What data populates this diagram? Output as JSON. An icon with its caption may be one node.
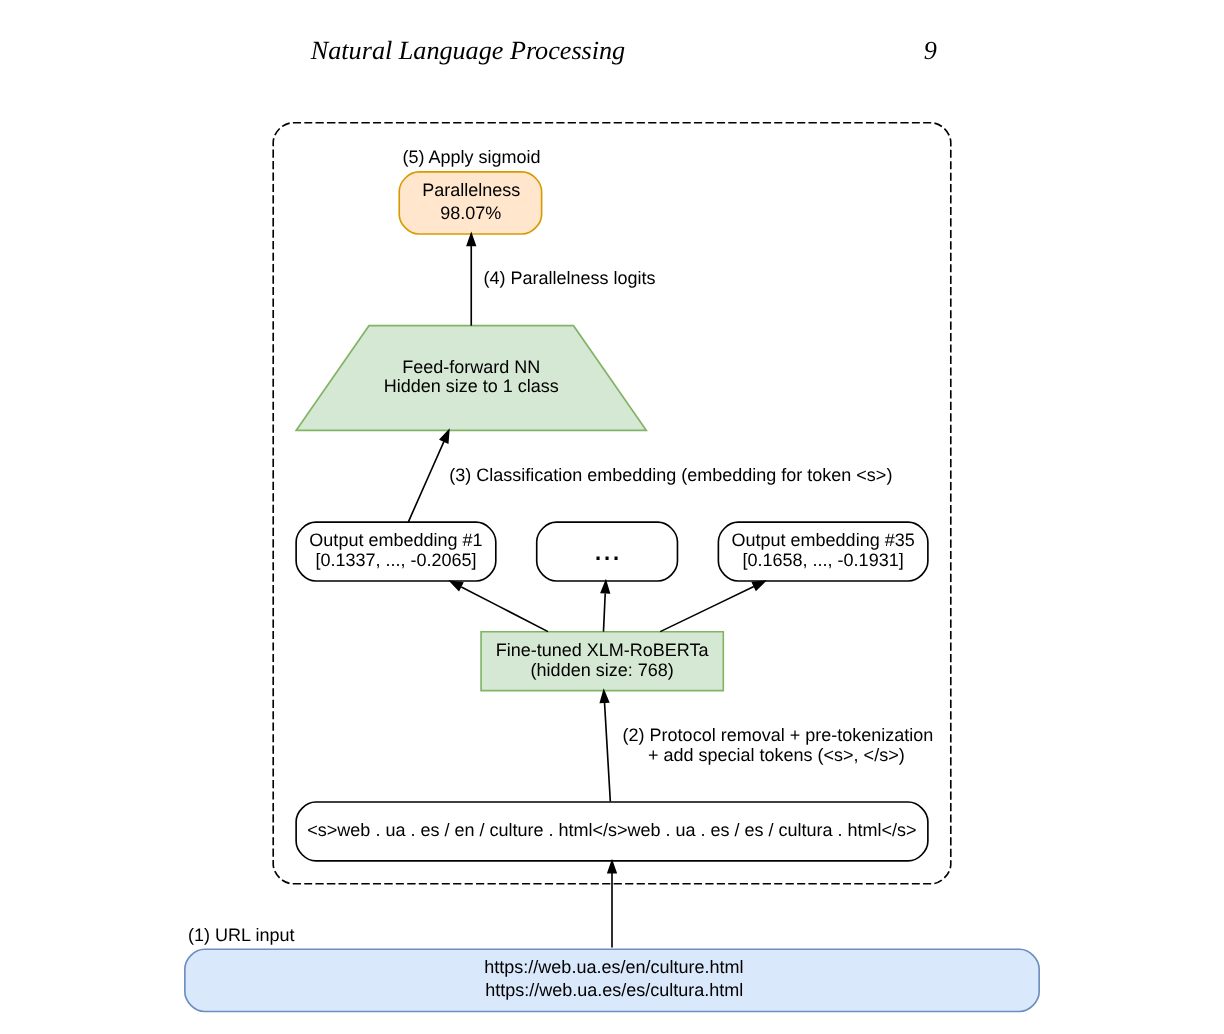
{
  "diagram": {
    "nodes": [
      {
        "text": [],
        "shape": "box"
      },
      {
        "text": [
          "Parallelness",
          "98.07%"
        ],
        "in": 0,
        "beside": [
          "(5) Apply sigmoid"
        ]
      },
      {
        "text": [
          "Feed-forward NN",
          "Hidden size to 1 class"
        ],
        "in": 0
      },
      {
        "text": [
          "Output embedding #1",
          "[0.1337, ..., -0.2065]"
        ],
        "in": 0
      },
      {
        "text": [
          "..."
        ],
        "in": 0
      },
      {
        "text": [
          "Output embedding #35",
          "[0.1658, ..., -0.1931]"
        ],
        "in": 0
      },
      {
        "text": [
          "Fine-tuned XLM-RoBERTa",
          "(hidden size: 768)"
        ],
        "in": 0
      },
      {
        "text": [
          "<s>web . ua . es / en / culture . html</s>web . ua . es / es / cultura . html</s>"
        ],
        "in": 0
      },
      {
        "text": [
          "https://web.ua.es/en/culture.html",
          "https://web.ua.es/es/cultura.html"
        ],
        "beside": [
          "(1) URL input"
        ]
      }
    ],
    "edges": [
      {
        "from": 2,
        "to": 1,
        "arrow": "to",
        "label": "(4) Parallelness logits"
      },
      {
        "from": 3,
        "to": 2,
        "arrow": "to",
        "label": "(3) Classification embedding (embedding for token <s>)"
      },
      {
        "from": 6,
        "to": 3,
        "arrow": "to"
      },
      {
        "from": 6,
        "to": 4,
        "arrow": "to"
      },
      {
        "from": 6,
        "to": 5,
        "arrow": "to"
      },
      {
        "from": 7,
        "to": 6,
        "arrow": "to",
        "label": "(2) Protocol removal + pre-tokenization + add special tokens (<s>, </s>)"
      },
      {
        "from": 8,
        "to": 7,
        "arrow": "to"
      }
    ],
    "labels": [
      "Natural Language Processing",
      "9"
    ]
  }
}
